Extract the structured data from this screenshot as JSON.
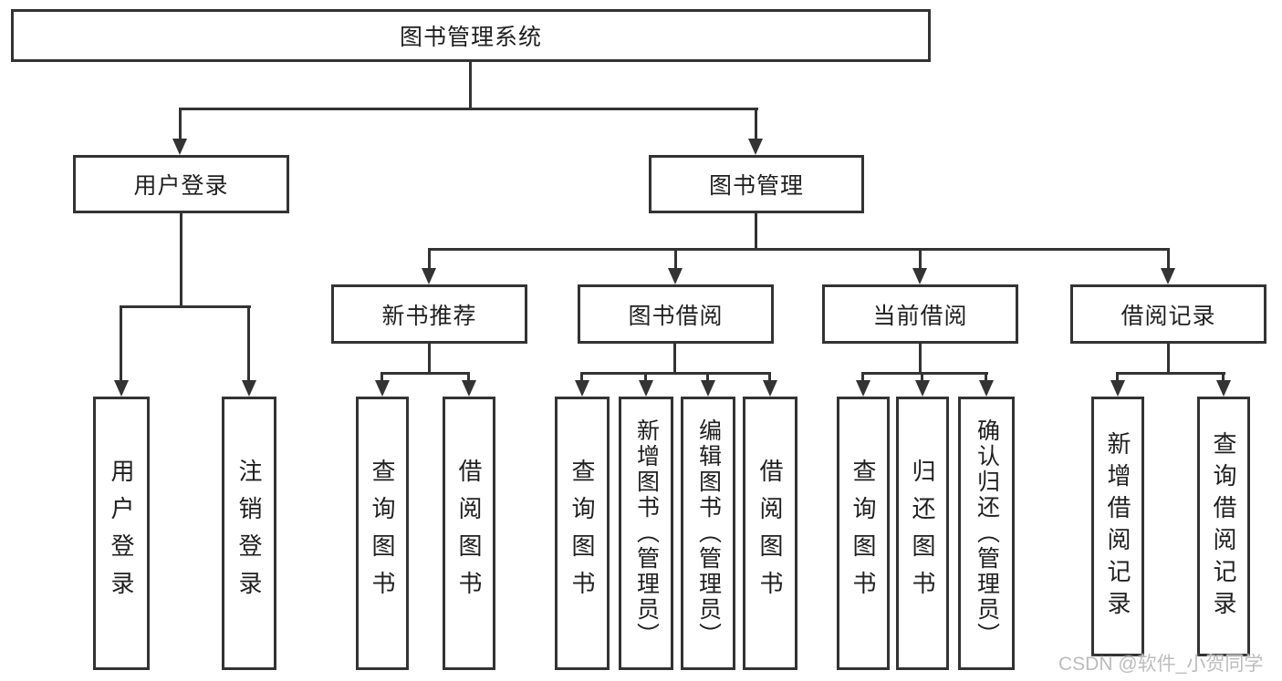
{
  "colors": {
    "line": "#333333",
    "box_border": "#333333",
    "box_fill": "#ffffff",
    "text": "#1f1f1f",
    "watermark": "#bcbcbc",
    "background": "#ffffff"
  },
  "root": {
    "label": "图书管理系统"
  },
  "level2": [
    {
      "label": "用户登录"
    },
    {
      "label": "图书管理"
    }
  ],
  "level3": [
    {
      "label": "新书推荐"
    },
    {
      "label": "图书借阅"
    },
    {
      "label": "当前借阅"
    },
    {
      "label": "借阅记录"
    }
  ],
  "leaves": {
    "user_login": [
      "用户登录",
      "注销登录"
    ],
    "new_book_recommend": [
      "查询图书",
      "借阅图书"
    ],
    "book_borrow": [
      "查询图书",
      "新增图书（管理员）",
      "编辑图书（管理员）",
      "借阅图书"
    ],
    "current_borrow": [
      "查询图书",
      "归还图书",
      "确认归还（管理员）"
    ],
    "borrow_records": [
      "新增借阅记录",
      "查询借阅记录"
    ]
  },
  "watermark": "CSDN @软件_小贺同学"
}
